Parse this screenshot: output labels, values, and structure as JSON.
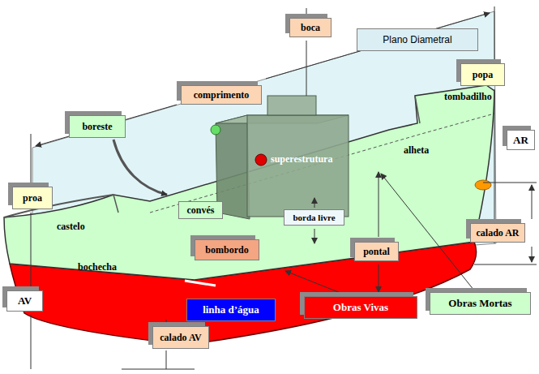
{
  "diagram": {
    "nodes": [
      {
        "text": [
          "boca"
        ]
      },
      {
        "text": [
          "Plano Diametral"
        ]
      },
      {
        "text": [
          "popa"
        ]
      },
      {
        "text": [
          "comprimento"
        ]
      },
      {
        "text": [
          "boreste"
        ]
      },
      {
        "text": [
          "AR"
        ]
      },
      {
        "text": [
          "proa"
        ]
      },
      {
        "text": [
          "convés"
        ]
      },
      {
        "text": [
          "borda livre"
        ]
      },
      {
        "text": [
          "bombordo"
        ]
      },
      {
        "text": [
          "pontal"
        ]
      },
      {
        "text": [
          "calado AR"
        ]
      },
      {
        "text": [
          "AV"
        ]
      },
      {
        "text": [
          "linha d’água"
        ]
      },
      {
        "text": [
          "Obras Vivas"
        ]
      },
      {
        "text": [
          "Obras Mortas"
        ]
      },
      {
        "text": [
          "calado AV"
        ]
      }
    ],
    "labels": [
      "tombadilho",
      "castelo",
      "superestrutura",
      "alheta",
      "bochecha"
    ]
  }
}
